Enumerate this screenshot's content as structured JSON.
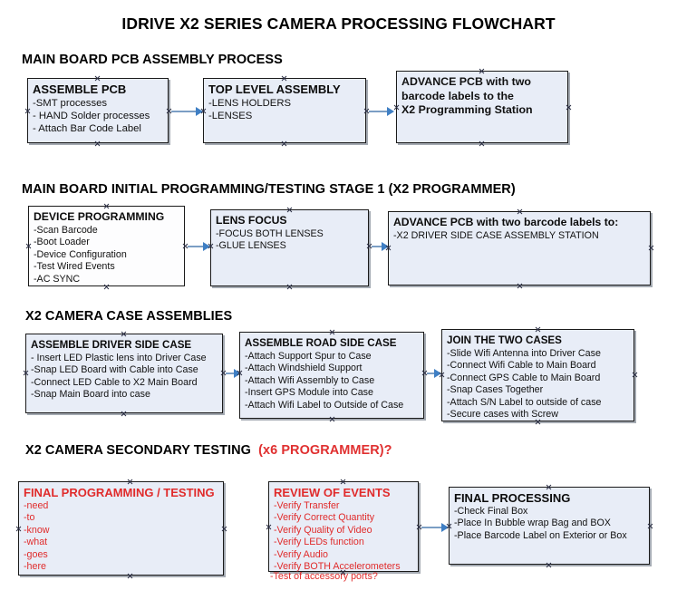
{
  "document": {
    "title": "IDRIVE X2  SERIES CAMERA PROCESSING FLOWCHART"
  },
  "sections": [
    {
      "heading": "MAIN BOARD PCB ASSEMBLY PROCESS",
      "heading_red": "",
      "boxes": [
        {
          "title": "ASSEMBLE PCB",
          "lines": [
            "-SMT processes",
            "- HAND Solder processes",
            "- Attach Bar Code Label"
          ]
        },
        {
          "title": "TOP LEVEL ASSEMBLY",
          "lines": [
            "-LENS HOLDERS",
            "-LENSES"
          ]
        },
        {
          "title": "",
          "lines": [
            "ADVANCE PCB with two",
            "barcode labels to the",
            " X2 Programming Station"
          ]
        }
      ]
    },
    {
      "heading": "MAIN BOARD INITIAL PROGRAMMING/TESTING STAGE 1 (X2 PROGRAMMER)",
      "heading_red": "",
      "boxes": [
        {
          "title": "DEVICE PROGRAMMING",
          "lines": [
            "-Scan Barcode",
            "-Boot Loader",
            "-Device Configuration",
            "-Test Wired Events",
            "-AC SYNC"
          ]
        },
        {
          "title": "LENS FOCUS",
          "lines": [
            "-FOCUS BOTH LENSES",
            "-GLUE LENSES"
          ]
        },
        {
          "title": "ADVANCE PCB with two barcode labels to:",
          "lines": [
            "-X2 DRIVER  SIDE  CASE  ASSEMBLY STATION"
          ]
        }
      ]
    },
    {
      "heading": "X2 CAMERA CASE ASSEMBLIES",
      "heading_red": "",
      "boxes": [
        {
          "title": "ASSEMBLE DRIVER SIDE CASE",
          "lines": [
            "- Insert LED Plastic lens into Driver Case",
            "-Snap LED Board with Cable into Case",
            "-Connect LED Cable to X2 Main Board",
            "-Snap Main Board into case"
          ]
        },
        {
          "title": "ASSEMBLE ROAD SIDE CASE",
          "lines": [
            "-Attach Support Spur to Case",
            "-Attach Windshield Support",
            "-Attach Wifi Assembly to Case",
            "-Insert GPS Module into Case",
            "-Attach Wifi Label to Outside of Case"
          ]
        },
        {
          "title": "JOIN THE TWO CASES",
          "lines": [
            "-Slide Wifi Antenna into Driver Case",
            "-Connect Wifi Cable to Main Board",
            "-Connect GPS Cable to Main Board",
            "-Snap Cases Together",
            "-Attach S/N Label to outside of case",
            "-Secure cases with Screw"
          ]
        }
      ]
    },
    {
      "heading": "X2 CAMERA SECONDARY TESTING",
      "heading_red": "(x6 PROGRAMMER)?",
      "boxes": [
        {
          "title": "FINAL PROGRAMMING / TESTING",
          "lines": [
            "-need",
            "-to",
            "-know",
            "-what",
            "-goes",
            "-here"
          ]
        },
        {
          "title": "REVIEW OF EVENTS",
          "lines": [
            "-Verify Transfer",
            "-Verify Correct Quantity",
            "-Verify Quality of Video",
            "-Verify LEDs function",
            "-Verify Audio",
            "-Verify BOTH Accelerometers"
          ],
          "overflow_line": "-Test of accessory ports?"
        },
        {
          "title": "FINAL PROCESSING",
          "lines": [
            "-Check Final Box",
            "-Place In Bubble wrap Bag and BOX",
            "-Place Barcode Label on Exterior or Box"
          ]
        }
      ]
    }
  ],
  "colors": {
    "box_fill": "#e8edf7",
    "box_border": "#1a1a1a",
    "arrow": "#7b9ec4",
    "arrow_head": "#3f7fc4",
    "red_text": "#e02b2b",
    "text": "#111111"
  }
}
